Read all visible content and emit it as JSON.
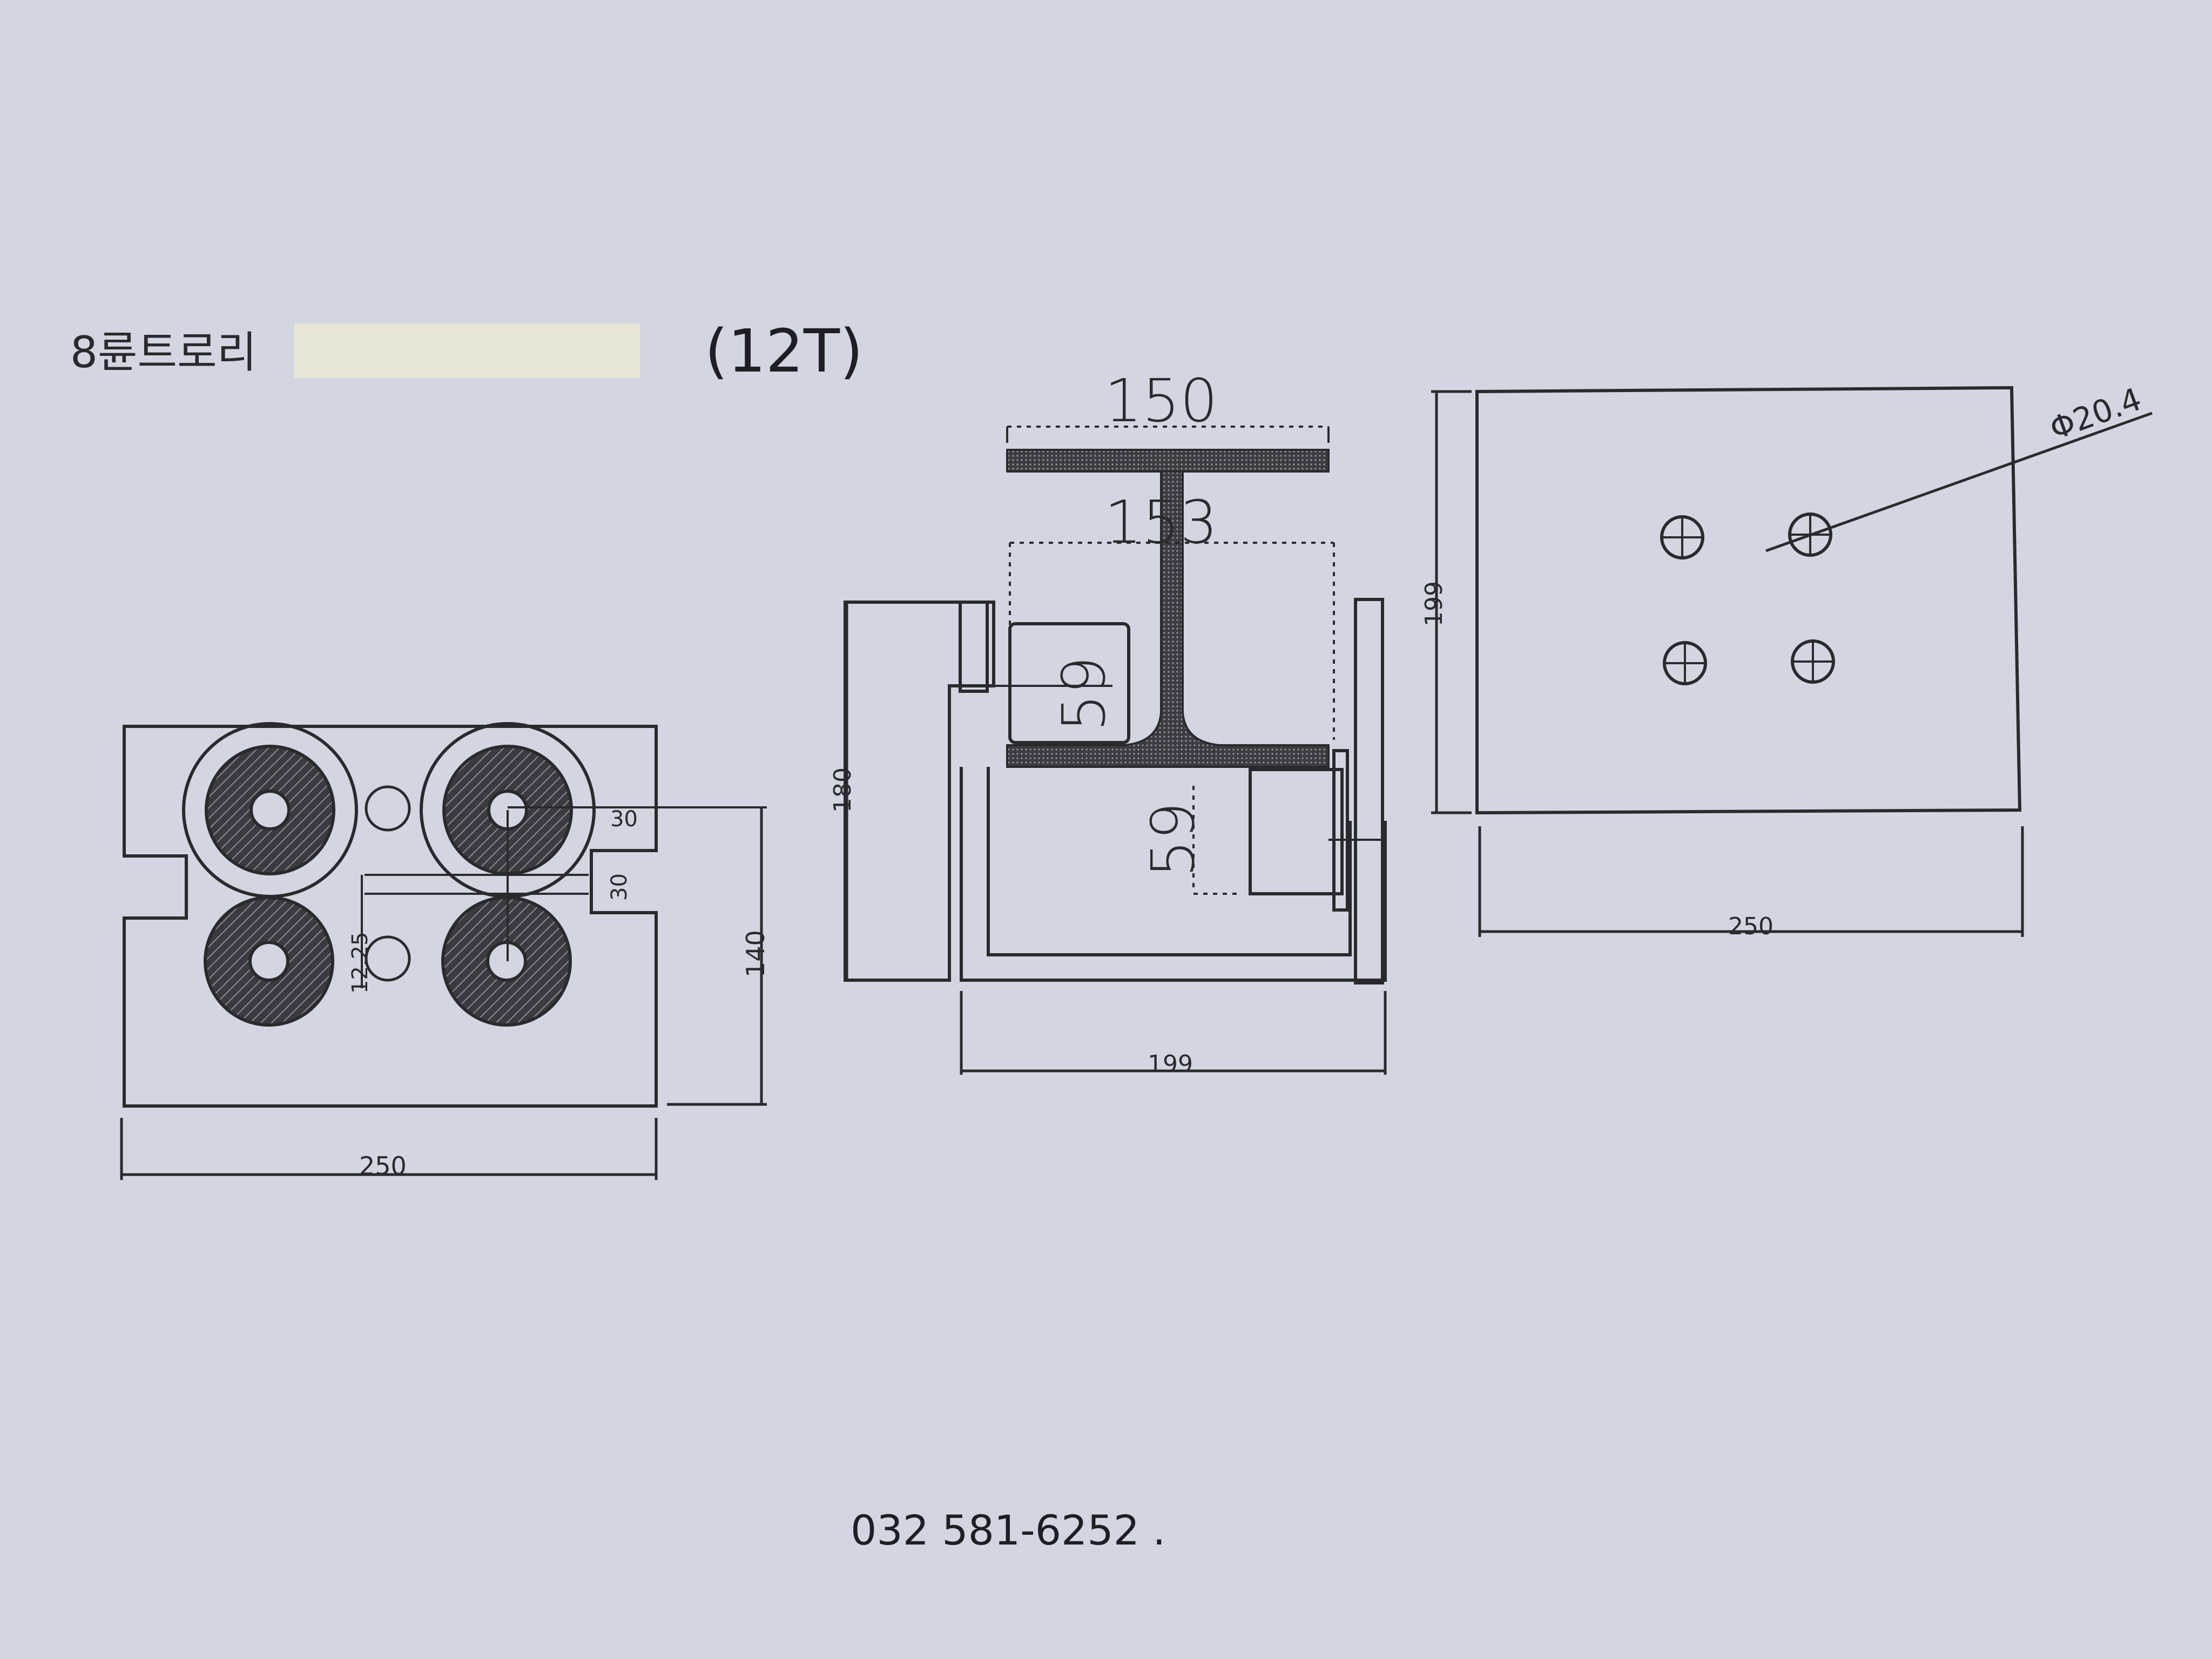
{
  "header": {
    "title": "8륜트로리",
    "capacity": "(12T)"
  },
  "colors": {
    "paper": "#d3d6e1",
    "ink": "#2a2a2e",
    "tape": "#e6e7d6"
  },
  "views": {
    "side": {
      "dim_width": "250",
      "dim_height": "140",
      "dim_30_upper": "30",
      "dim_30_lower": "30",
      "dim_1225": "12.25"
    },
    "front": {
      "dim_flange_top": "150",
      "dim_flange_bottom": "153",
      "dim_59_upper": "59",
      "dim_59_lower": "59",
      "dim_height": "180",
      "dim_width": "199"
    },
    "top": {
      "dim_width": "250",
      "dim_height": "199",
      "dim_hole": "Φ20.4"
    }
  },
  "footer": {
    "phone": "032 581-6252 ."
  }
}
